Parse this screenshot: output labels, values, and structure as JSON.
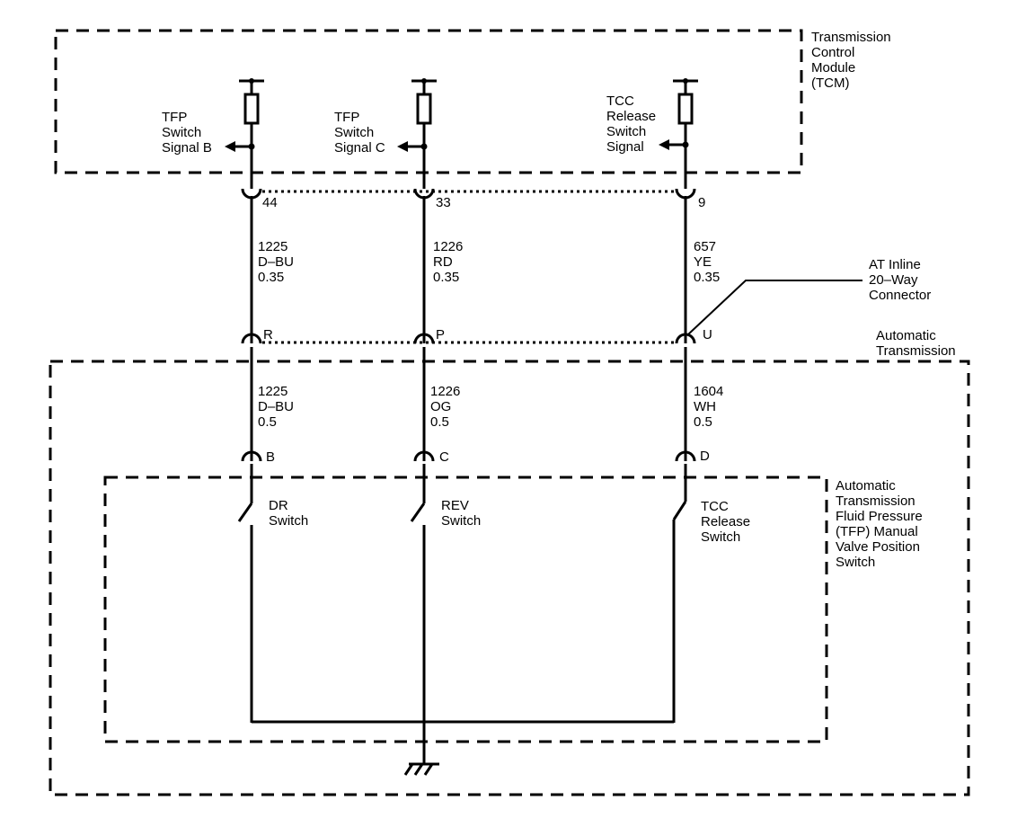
{
  "modules": {
    "tcm": [
      "Transmission",
      "Control",
      "Module",
      "(TCM)"
    ],
    "automatic_transmission": [
      "Automatic",
      "Transmission"
    ],
    "tfp_switch": [
      "Automatic",
      "Transmission",
      "Fluid Pressure",
      "(TFP) Manual",
      "Valve Position",
      "Switch"
    ]
  },
  "tcm_signals": {
    "b": [
      "TFP",
      "Switch",
      "Signal B"
    ],
    "c": [
      "TFP",
      "Switch",
      "Signal C"
    ],
    "tcc": [
      "TCC",
      "Release",
      "Switch",
      "Signal"
    ]
  },
  "tcm_pins": {
    "b": "44",
    "c": "33",
    "tcc": "9"
  },
  "upper_wires": {
    "b": [
      "1225",
      "D–BU",
      "0.35"
    ],
    "c": [
      "1226",
      "RD",
      "0.35"
    ],
    "tcc": [
      "657",
      "YE",
      "0.35"
    ]
  },
  "inline_connector": {
    "label": [
      "AT Inline",
      "20–Way",
      "Connector"
    ],
    "pins": {
      "b": "R",
      "c": "P",
      "tcc": "U"
    }
  },
  "lower_wires": {
    "b": [
      "1225",
      "D–BU",
      "0.5"
    ],
    "c": [
      "1226",
      "OG",
      "0.5"
    ],
    "tcc": [
      "1604",
      "WH",
      "0.5"
    ]
  },
  "switch_pins": {
    "b": "B",
    "c": "C",
    "tcc": "D"
  },
  "switches": {
    "dr": [
      "DR",
      "Switch"
    ],
    "rev": [
      "REV",
      "Switch"
    ],
    "tcc": [
      "TCC",
      "Release",
      "Switch"
    ]
  }
}
